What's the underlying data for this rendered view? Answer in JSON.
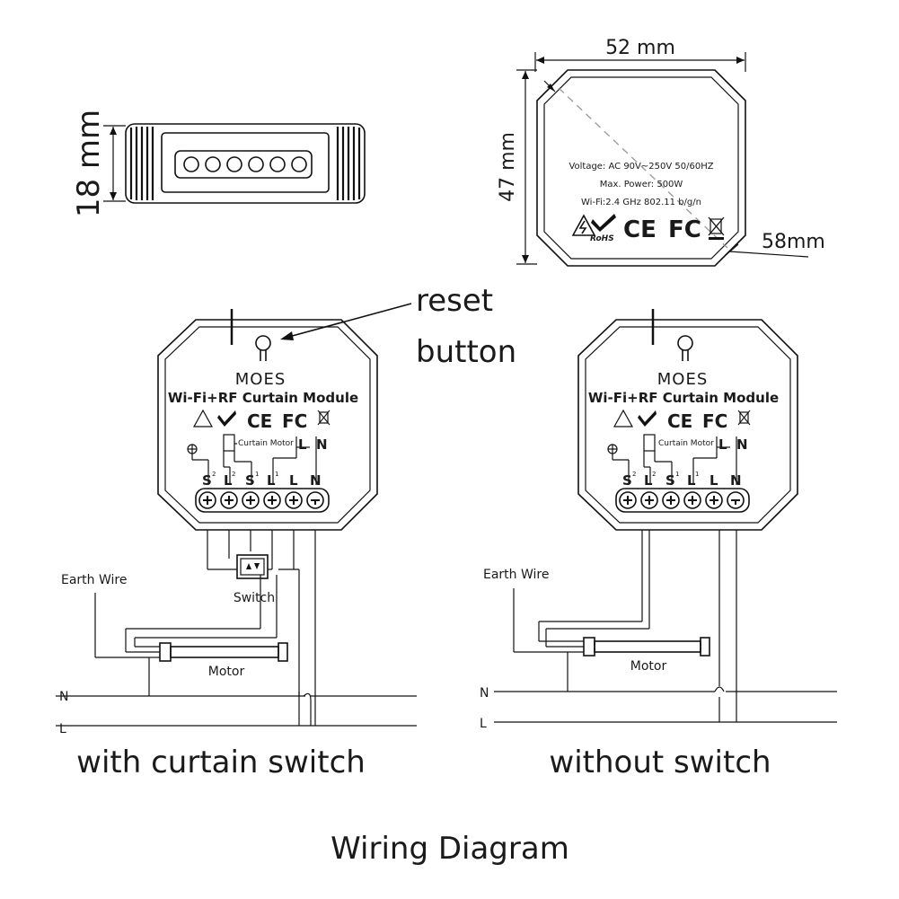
{
  "dimensions": {
    "width": "52 mm",
    "height": "47 mm",
    "depth": "18 mm",
    "diagonal": "58mm"
  },
  "spec_label": {
    "voltage": "Voltage: AC 90V~250V   50/60HZ",
    "power": "Max. Power: 500W",
    "wifi": "Wi-Fi:2.4 GHz    802.11 b/g/n",
    "rohs": "RoHS",
    "ce": "CE",
    "fc": "FC"
  },
  "reset": {
    "line1": "reset",
    "line2": "button"
  },
  "modules": [
    {
      "brand": "MOES",
      "title": "Wi-Fi+RF Curtain Module",
      "curtain_motor": "Curtain Motor",
      "terminals_top": [
        "L",
        "N"
      ],
      "terminals": [
        "S",
        "L",
        "S",
        "L",
        "L",
        "N"
      ],
      "earth_wire": "Earth Wire",
      "switch": "Switch",
      "motor": "Motor",
      "n": "N",
      "l": "L",
      "caption": "with curtain switch"
    },
    {
      "brand": "MOES",
      "title": "Wi-Fi+RF Curtain Module",
      "curtain_motor": "Curtain Motor",
      "terminals_top": [
        "L",
        "N"
      ],
      "terminals": [
        "S",
        "L",
        "S",
        "L",
        "L",
        "N"
      ],
      "earth_wire": "Earth Wire",
      "motor": "Motor",
      "n": "N",
      "l": "L",
      "caption": "without switch"
    }
  ],
  "title": "Wiring Diagram"
}
